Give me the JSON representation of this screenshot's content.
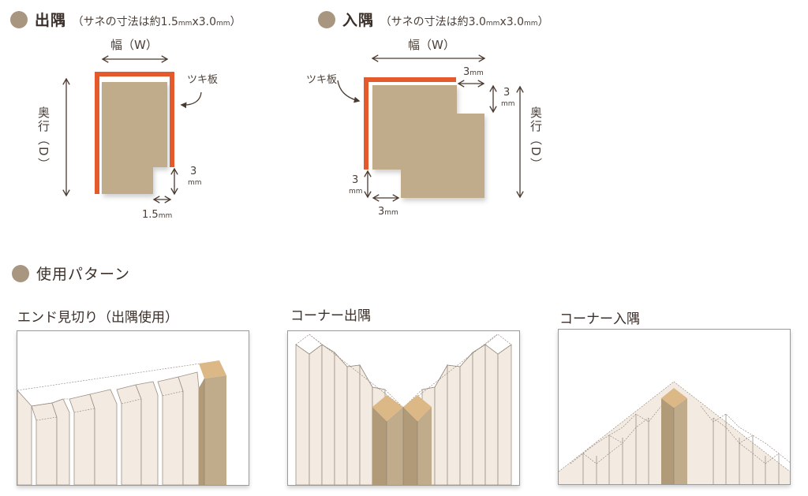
{
  "colors": {
    "accent_dot": "#a89680",
    "veneer_orange": "#e45a2c",
    "core_tan": "#c0ab8a",
    "panel_light": "#f3ebe2",
    "panel_dark": "#c0ab8a",
    "panel_top": "#ddb887",
    "arrow": "#4a3a30"
  },
  "section_outside": {
    "title": "出隅",
    "subtitle": "（サネの寸法は約1.5",
    "subtitle_mm1": "mm",
    "subtitle_x": "x3.0",
    "subtitle_mm2": "mm",
    "subtitle_close": "）",
    "width_label": "幅（W）",
    "depth_label": "奥行（D）",
    "veneer_label": "ツキ板",
    "tongue_height_value": "3",
    "tongue_height_unit": "mm",
    "tongue_width_label": "1.5",
    "tongue_width_unit": "mm"
  },
  "section_inside": {
    "title": "入隅",
    "subtitle": "（サネの寸法は約3.0",
    "subtitle_mm1": "mm",
    "subtitle_x": "x3.0",
    "subtitle_mm2": "mm",
    "subtitle_close": "）",
    "width_label": "幅（W）",
    "depth_label": "奥行（D）",
    "veneer_label": "ツキ板",
    "top_notch_width": "3",
    "top_notch_width_unit": "mm",
    "top_notch_height_value": "3",
    "top_notch_height_unit": "mm",
    "bottom_notch_height_value": "3",
    "bottom_notch_height_unit": "mm",
    "bottom_notch_width": "3",
    "bottom_notch_width_unit": "mm"
  },
  "section_patterns": {
    "title": "使用パターン",
    "patterns": [
      {
        "label": "エンド見切り（出隅使用）"
      },
      {
        "label": "コーナー出隅"
      },
      {
        "label": "コーナー入隅"
      }
    ]
  }
}
